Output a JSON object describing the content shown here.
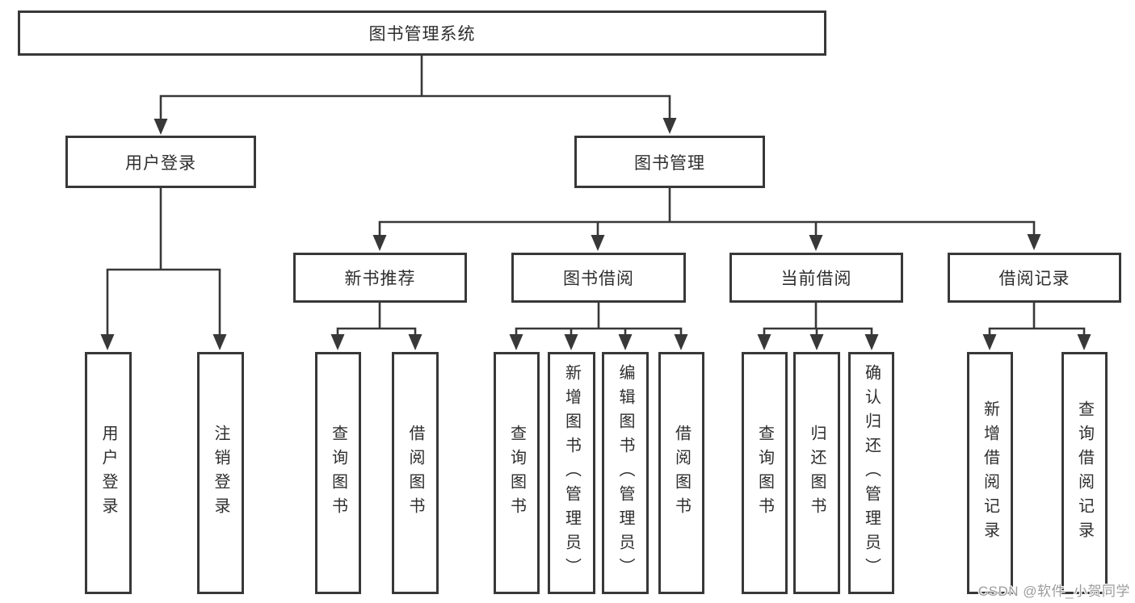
{
  "tree": {
    "root": "图书管理系统",
    "branches": [
      {
        "label": "用户登录",
        "children": [
          "用户登录",
          "注销登录"
        ]
      },
      {
        "label": "图书管理",
        "sections": [
          {
            "label": "新书推荐",
            "children": [
              "查询图书",
              "借阅图书"
            ]
          },
          {
            "label": "图书借阅",
            "children": [
              "查询图书",
              "新增图书（管理员）",
              "编辑图书（管理员）",
              "借阅图书"
            ]
          },
          {
            "label": "当前借阅",
            "children": [
              "查询图书",
              "归还图书",
              "确认归还（管理员）"
            ]
          },
          {
            "label": "借阅记录",
            "children": [
              "新增借阅记录",
              "查询借阅记录"
            ]
          }
        ]
      }
    ]
  },
  "watermark": "CSDN @软件_小贺同学",
  "colors": {
    "line": "#383838",
    "text": "#2e2e2e",
    "background": "#ffffff",
    "watermark": "#9c9c9c"
  }
}
